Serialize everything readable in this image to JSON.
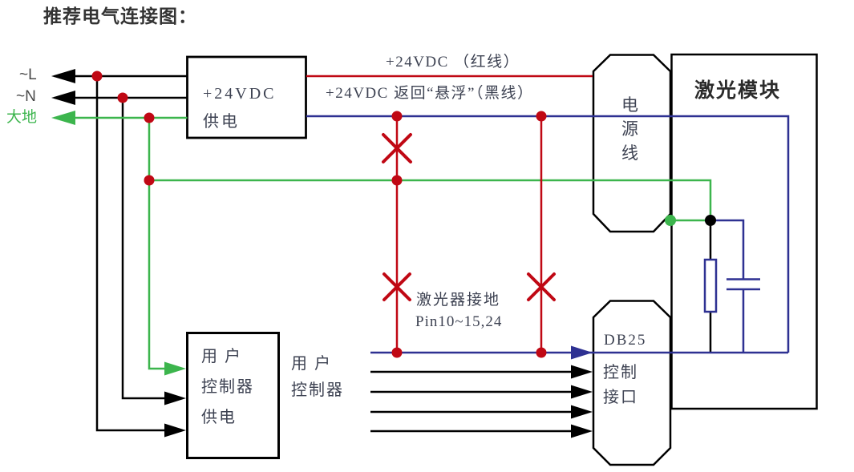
{
  "title": "推荐电气连接图：",
  "terminals": {
    "line": "~L",
    "neutral": "~N",
    "earth": "大地"
  },
  "psu_box": {
    "label": "+24VDC\n供电"
  },
  "wire_labels": {
    "red_wire": "+24VDC （红线）",
    "return_wire": "+24VDC 返回“悬浮”（黑线）"
  },
  "power_cable_box": {
    "label": "电源线"
  },
  "laser_module_box": {
    "label": "激光模块"
  },
  "ground_note": {
    "line1": "激光器接地",
    "line2": "Pin10~15,24"
  },
  "user_psu_box": {
    "label": "用 户\n控制器\n供电"
  },
  "user_controller": {
    "label": "用 户\n控制器"
  },
  "db25_box": {
    "label": "DB25",
    "sublabel": "控制\n接口"
  },
  "icons": {
    "resistor": "resistor-symbol",
    "capacitor": "capacitor-symbol",
    "junction": "junction-dot",
    "no_connect": "not-connected-x-icon",
    "arrow": "arrowhead-icon"
  },
  "colors": {
    "red": "#c00814",
    "green": "#3cb54d",
    "blue": "#2e3192",
    "black": "#000000",
    "label_text": "#3d4252",
    "title_text": "#333333"
  }
}
